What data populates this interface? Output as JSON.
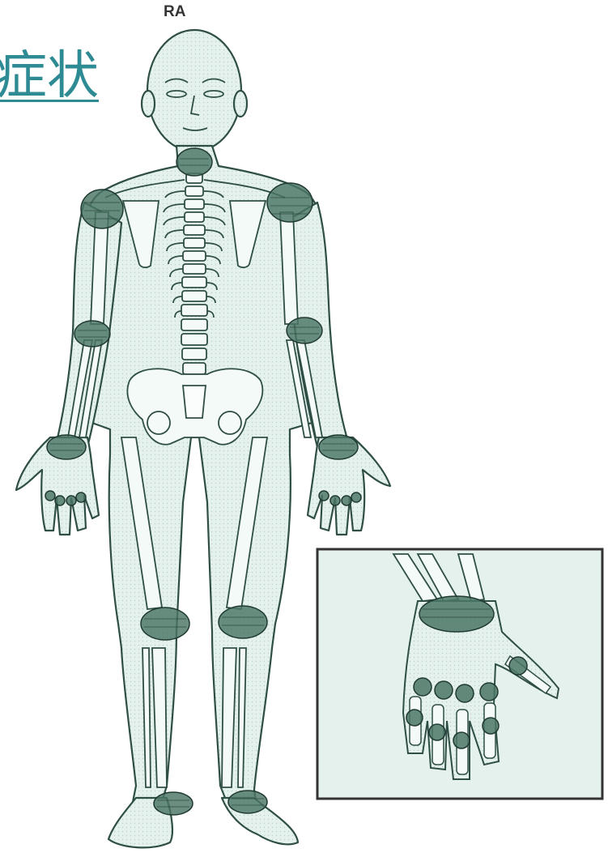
{
  "slide": {
    "title_fragment": "症状",
    "figure_label": "RA"
  },
  "colors": {
    "title": "#2e8b93",
    "body_fill": "#e6f2ee",
    "outline": "#2f4f46",
    "inflamed_joint": "#3f6a5c",
    "inset_frame": "#444444"
  },
  "figure": {
    "subject": "human-skeleton-front-view",
    "highlighted_joints": [
      "cervical-spine",
      "left-shoulder",
      "right-shoulder",
      "left-elbow",
      "right-elbow",
      "left-wrist",
      "right-wrist",
      "left-knee",
      "right-knee",
      "left-ankle",
      "right-ankle"
    ],
    "inset": "hand-joints-detail"
  }
}
